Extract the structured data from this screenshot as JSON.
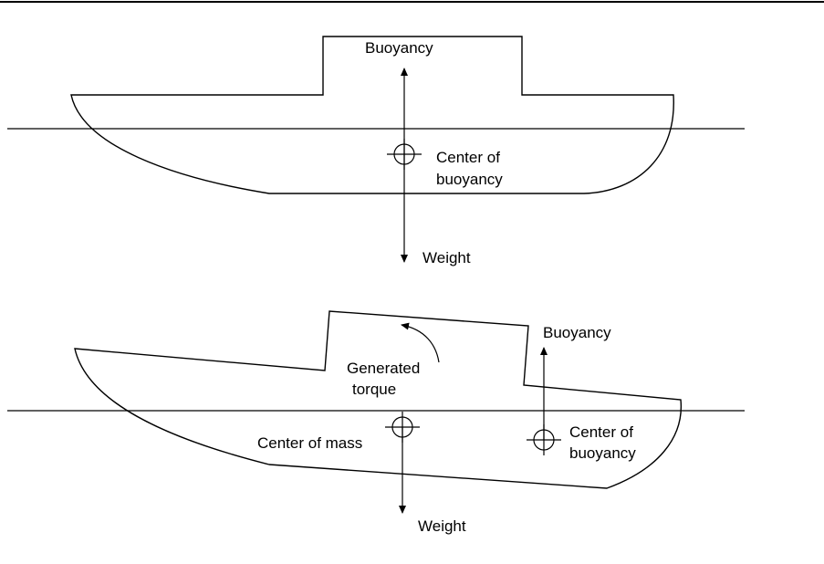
{
  "diagram": {
    "top": {
      "buoyancy_label": "Buoyancy",
      "center_label_line1": "Center of",
      "center_label_line2": "buoyancy",
      "weight_label": "Weight"
    },
    "bottom": {
      "buoyancy_label": "Buoyancy",
      "torque_label_line1": "Generated",
      "torque_label_line2": "torque",
      "center_of_mass_label": "Center of mass",
      "center_buoyancy_line1": "Center of",
      "center_buoyancy_line2": "buoyancy",
      "weight_label": "Weight"
    }
  },
  "colors": {
    "stroke": "#000000",
    "background": "#ffffff"
  }
}
